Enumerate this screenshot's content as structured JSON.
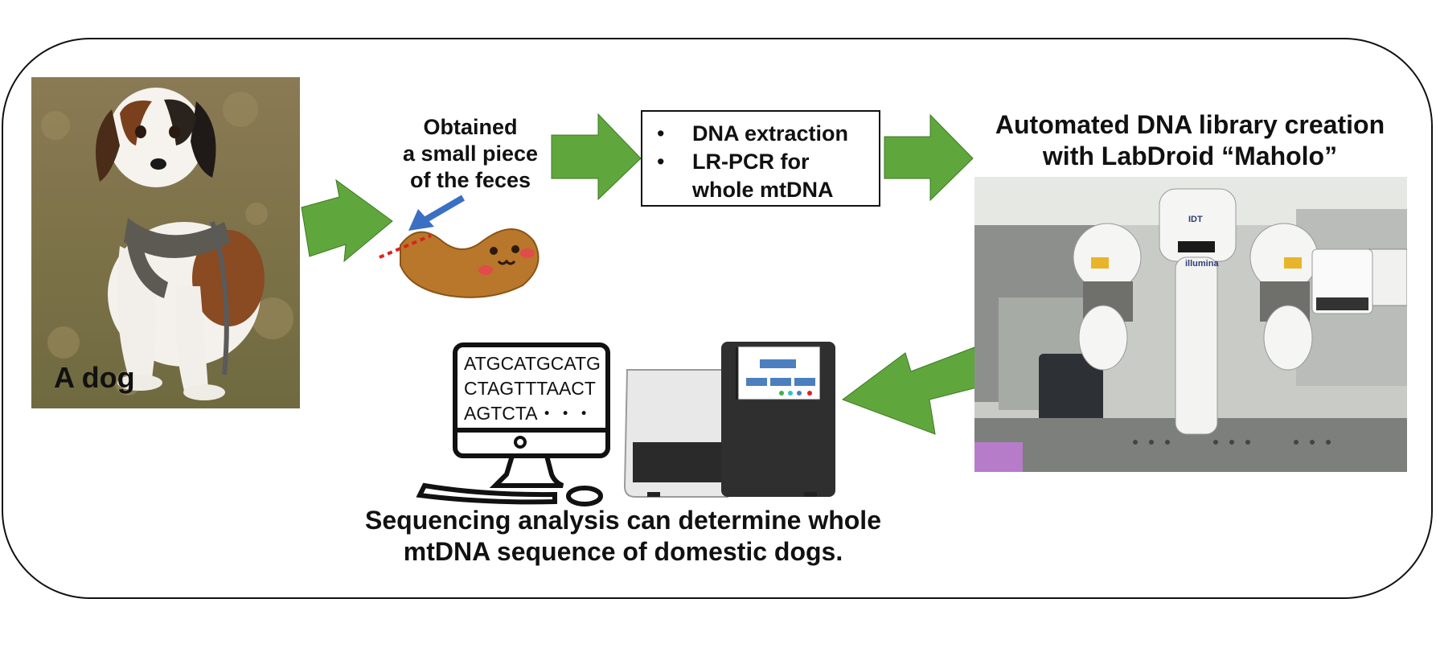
{
  "dog_photo": {
    "caption": "A dog"
  },
  "feces_step": {
    "lines": [
      "Obtained",
      "a small piece",
      "of the feces"
    ]
  },
  "lab_steps": {
    "items": [
      "DNA extraction",
      "LR-PCR for\nwhole mtDNA"
    ],
    "item1_line1": "LR-PCR for",
    "item1_line2": "whole mtDNA"
  },
  "automation": {
    "lines": [
      "Automated DNA library creation",
      "with LabDroid “Maholo”"
    ]
  },
  "robot_photo": {
    "tags": [
      "IDT",
      "illumina"
    ]
  },
  "computer": {
    "sequence_lines": [
      "ATGCATGCATG",
      "CTAGTTTAACT",
      "AGTCTA・・・"
    ]
  },
  "conclusion": {
    "lines": [
      "Sequencing analysis can determine whole",
      "mtDNA sequence of domestic dogs."
    ]
  },
  "colors": {
    "arrow_green": "#5fa73c",
    "arrow_blue": "#3a6fc4",
    "cut_red": "#e0201f",
    "feces_brown": "#b8772a"
  }
}
